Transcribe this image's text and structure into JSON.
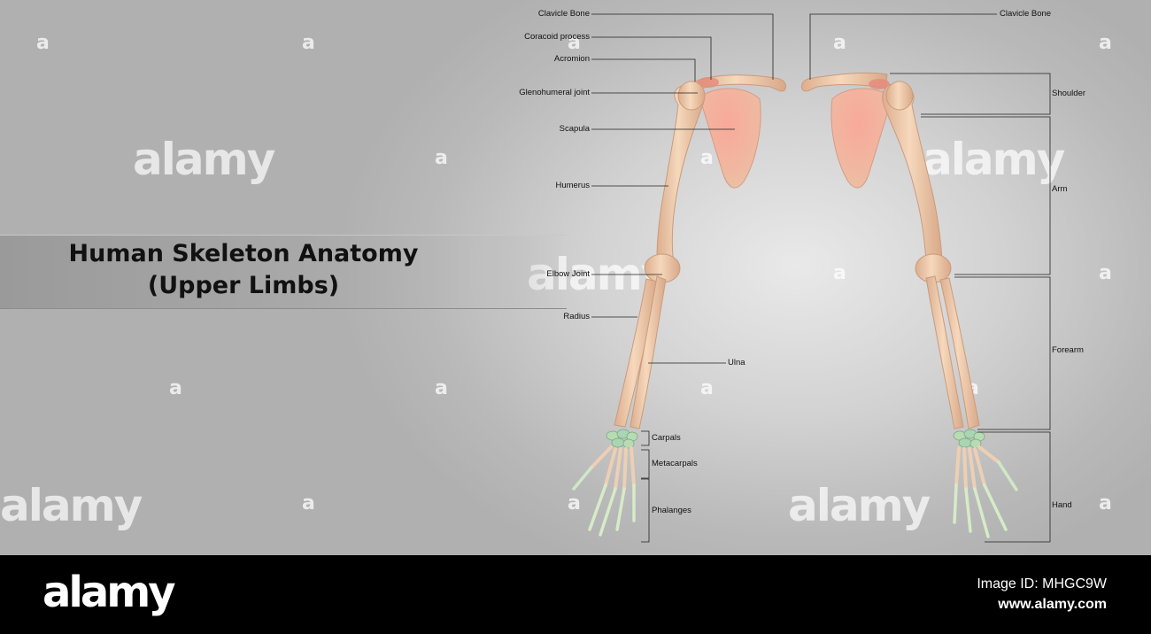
{
  "title": {
    "line1": "Human Skeleton Anatomy",
    "line2": "(Upper Limbs)"
  },
  "labels": {
    "clavicle_left": "Clavicle Bone",
    "coracoid": "Coracoid process",
    "acromion": "Acromion",
    "glenohumeral": "Glenohumeral joint",
    "scapula": "Scapula",
    "humerus": "Humerus",
    "elbow": "Elbow Joint",
    "radius": "Radius",
    "ulna": "Ulna",
    "carpals": "Carpals",
    "metacarpals": "Metacarpals",
    "phalanges": "Phalanges",
    "clavicle_right": "Clavicle Bone",
    "shoulder": "Shoulder",
    "arm": "Arm",
    "forearm": "Forearm",
    "hand": "Hand"
  },
  "watermark": {
    "small": "a",
    "big": "alamy"
  },
  "footer": {
    "logo": "alamy",
    "image_id": "Image ID: MHGC9W",
    "url": "www.alamy.com"
  },
  "colors": {
    "bone": "#f1cfb0",
    "bone_shade": "#d9a98a",
    "scapula": "#f0a090",
    "wrist_bones": "#a8d8b0",
    "finger_tips": "#b8e4b0",
    "title_band": "#a6a6a6",
    "footer_bg": "#000000"
  }
}
